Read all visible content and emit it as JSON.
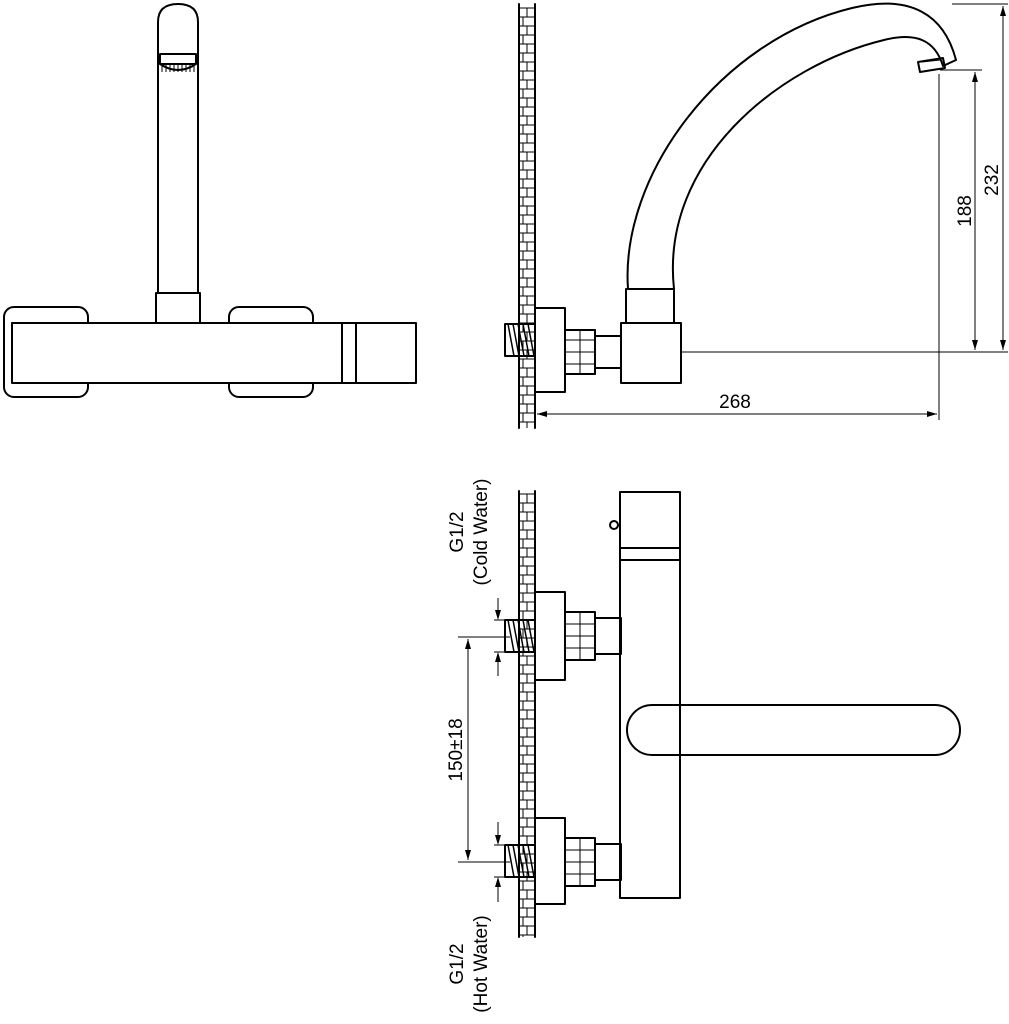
{
  "dimensions": {
    "reach": "268",
    "outlet_height": "188",
    "total_height": "232",
    "inlet_spacing": "150±18"
  },
  "labels": {
    "cold_thread": "G1/2",
    "cold_caption": "(Cold Water)",
    "hot_thread": "G1/2",
    "hot_caption": "(Hot Water)"
  }
}
